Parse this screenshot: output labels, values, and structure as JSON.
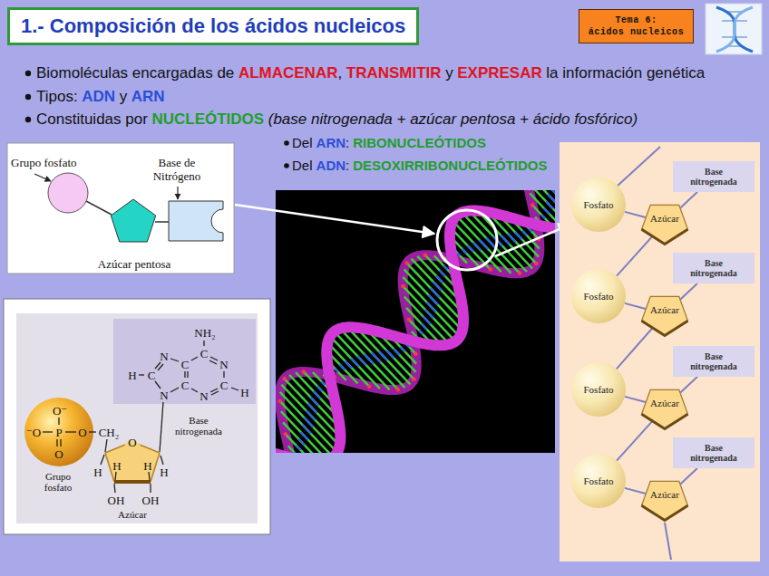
{
  "diagram": {
    "title": "1.- Composición de los ácidos nucleicos",
    "nodes": [
      {
        "text": [
          "Tema 6:",
          "ácidos nucleicos"
        ]
      },
      {
        "text": [
          "Grupo fosfato",
          "Base de Nitrógeno",
          "Azúcar pentosa"
        ]
      },
      {
        "text": [
          "Base nitrogenada",
          "Grupo fosfato",
          "Azúcar"
        ]
      },
      {
        "text": [
          "Fosfato"
        ]
      },
      {
        "text": [
          "Azúcar"
        ]
      },
      {
        "text": [
          "Base nitrogenada"
        ]
      },
      {
        "text": [
          "Fosfato"
        ]
      },
      {
        "text": [
          "Azúcar"
        ]
      },
      {
        "text": [
          "Base nitrogenada"
        ]
      },
      {
        "text": [
          "Fosfato"
        ]
      },
      {
        "text": [
          "Azúcar"
        ]
      },
      {
        "text": [
          "Base nitrogenada"
        ]
      },
      {
        "text": [
          "Fosfato"
        ]
      },
      {
        "text": [
          "Azúcar"
        ]
      },
      {
        "text": [
          "Base nitrogenada"
        ]
      }
    ],
    "edges": [
      {
        "from": 3,
        "to": 4,
        "arrow": "none"
      },
      {
        "from": 4,
        "to": 5,
        "arrow": "none"
      },
      {
        "from": 4,
        "to": 6,
        "arrow": "none"
      },
      {
        "from": 6,
        "to": 7,
        "arrow": "none"
      },
      {
        "from": 7,
        "to": 8,
        "arrow": "none"
      },
      {
        "from": 7,
        "to": 9,
        "arrow": "none"
      },
      {
        "from": 9,
        "to": 10,
        "arrow": "none"
      },
      {
        "from": 10,
        "to": 11,
        "arrow": "none"
      },
      {
        "from": 10,
        "to": 12,
        "arrow": "none"
      },
      {
        "from": 12,
        "to": 13,
        "arrow": "none"
      },
      {
        "from": 13,
        "to": 14,
        "arrow": "none"
      }
    ],
    "labels": [
      "Biomoléculas encargadas de",
      "ALMACENAR",
      ",",
      "TRANSMITIR",
      "y",
      "EXPRESAR",
      "la información genética",
      "Tipos:",
      "ADN",
      "y",
      "ARN",
      "Constituidas por",
      "NUCLEÓTIDOS",
      "(base nitrogenada + azúcar pentosa + ácido fosfórico)",
      "Del",
      "ARN",
      ":",
      "RIBONUCLEÓTIDOS",
      "Del",
      "ADN",
      ":",
      "DESOXIRRIBONUCLEÓTIDOS",
      "NH₂",
      "C",
      "N",
      "C",
      "H",
      "N",
      "C",
      "C",
      "N",
      "C",
      "H",
      "N",
      "O⁻",
      "⁻O",
      "P",
      "O",
      "O",
      "CH₂",
      "O",
      "H",
      "H",
      "H",
      "H",
      "OH",
      "OH"
    ]
  }
}
